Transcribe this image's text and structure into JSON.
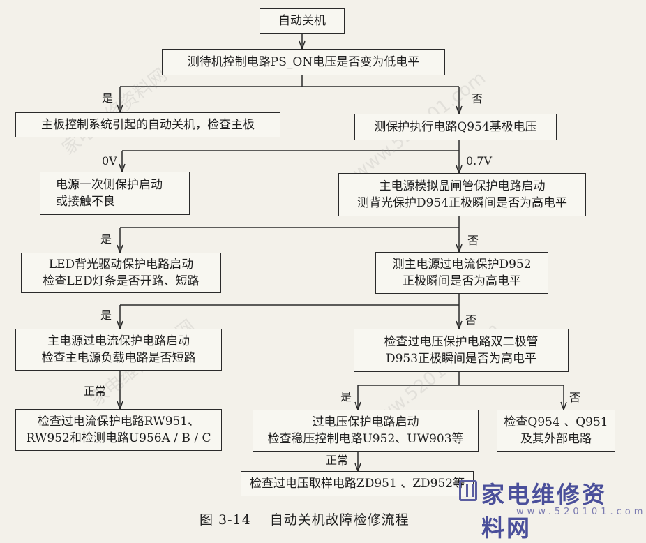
{
  "nodes": {
    "n1": "自动关机",
    "n2": "测待机控制电路PS_ON电压是否变为低电平",
    "n3": "主板控制系统引起的自动关机，检查主板",
    "n4": "测保护执行电路Q954基极电压",
    "n5": [
      "电源一次侧保护启动",
      "或接触不良"
    ],
    "n6": [
      "主电源模拟晶闸管保护电路启动",
      "测背光保护D954正极瞬间是否为高电平"
    ],
    "n7": [
      "LED背光驱动保护电路启动",
      "检查LED灯条是否开路、短路"
    ],
    "n8": [
      "测主电源过电流保护D952",
      "正极瞬间是否为高电平"
    ],
    "n9": [
      "主电源过电流保护电路启动",
      "检查主电源负载电路是否短路"
    ],
    "n10": [
      "检查过电压保护电路双二极管",
      "D953正极瞬间是否为高电平"
    ],
    "n11": [
      "检查过电流保护电路RW951、",
      "RW952和检测电路U956A / B / C"
    ],
    "n12": [
      "过电压保护电路启动",
      "检查稳压控制电路U952、UW903等"
    ],
    "n13": [
      "检查Q954 、Q951",
      "及其外部电路"
    ],
    "n14": "检查过电压取样电路ZD951 、ZD952等"
  },
  "labels": {
    "yes1": "是",
    "no1": "否",
    "v0": "0V",
    "v07": "0.7V",
    "yes2": "是",
    "no2": "否",
    "yes3": "是",
    "no3": "否",
    "normal1": "正常",
    "yes4": "是",
    "no4": "否",
    "normal2": "正常"
  },
  "caption": "图 3-14　 自动关机故障检修流程",
  "watermark": {
    "text": "家电维修资料网",
    "url": "www.520101.com"
  },
  "logo": {
    "name": "家电维修资料网",
    "url": "www.520101.com",
    "icon": "book-icon"
  },
  "colors": {
    "line": "#2a2a2a",
    "logo": "#4a4f9a",
    "background": "#f3f1ea"
  }
}
